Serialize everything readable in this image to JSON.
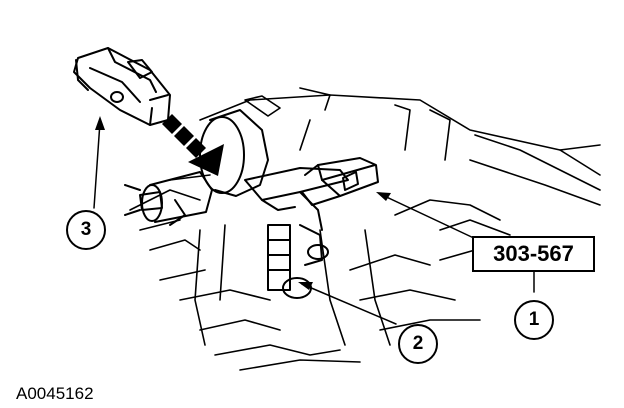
{
  "figure": {
    "id": "A0045162",
    "tool_number": "303-567",
    "callouts": [
      "1",
      "2",
      "3"
    ]
  },
  "colors": {
    "line": "#000000",
    "background": "#ffffff"
  }
}
